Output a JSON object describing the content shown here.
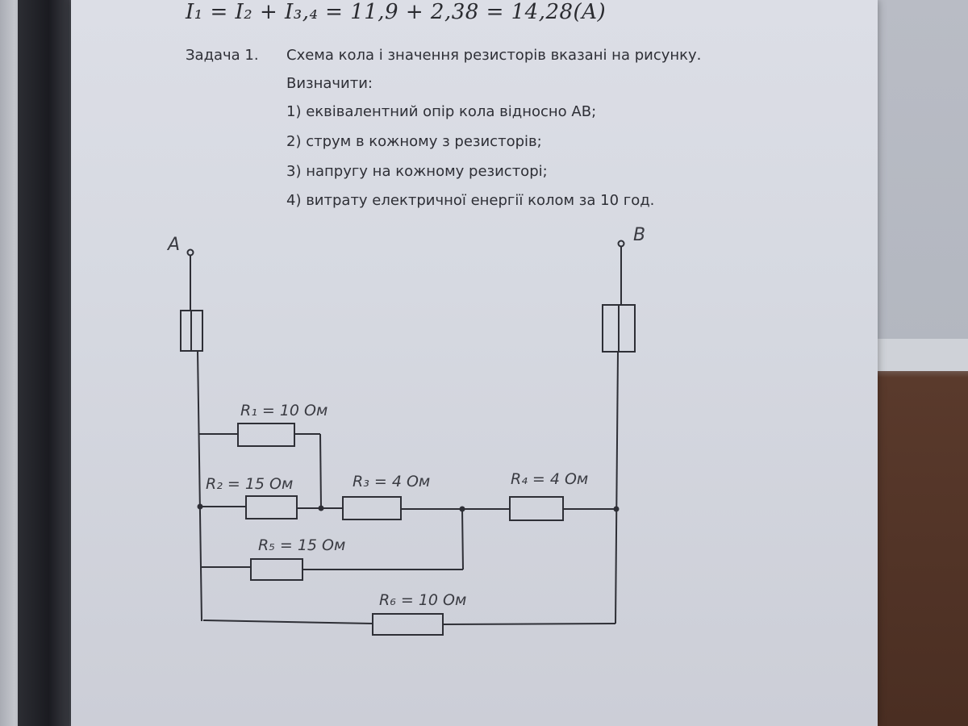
{
  "formula": "I₁ = I₂ + I₃,₄ = 11,9 + 2,38 = 14,28(A)",
  "task": {
    "label": "Задача  1.",
    "lines": [
      "Схема кола і значення резисторів вказані на    рисунку.",
      "Визначити:",
      "1) еквівалентний  опір   кола  відносно  АВ;",
      "2) струм в кожному з резисторів;",
      "3) напругу на кожному резисторі;",
      "4) витрату електричної енергії колом за 10 год."
    ]
  },
  "circuit": {
    "terminal_a": "A",
    "terminal_b": "B",
    "resistors": {
      "r1": "R₁ = 10 Ом",
      "r2": "R₂ = 15 Ом",
      "r3": "R₃ = 4 Ом",
      "r4": "R₄ = 4 Ом",
      "r5": "R₅ = 15 Ом",
      "r6": "R₆ = 10 Ом"
    }
  },
  "colors": {
    "ink": "#2e2f36",
    "paper": "#d9dbe3"
  }
}
